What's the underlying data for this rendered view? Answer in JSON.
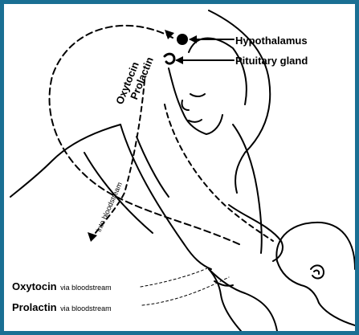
{
  "labels": {
    "hypothalamus": "Hypothalamus",
    "pituitary": "Pituitary gland",
    "oxytocin_rot": "Oxytocin",
    "prolactin_rot": "Prolactin",
    "into_bloodstream": "into bloodstream",
    "oxytocin_bottom": "Oxytocin",
    "prolactin_bottom": "Prolactin",
    "via_bloodstream_1": "via bloodstream",
    "via_bloodstream_2": "via bloodstream"
  },
  "colors": {
    "frame": "#1a6f93",
    "ink": "#000000",
    "background": "#ffffff"
  }
}
